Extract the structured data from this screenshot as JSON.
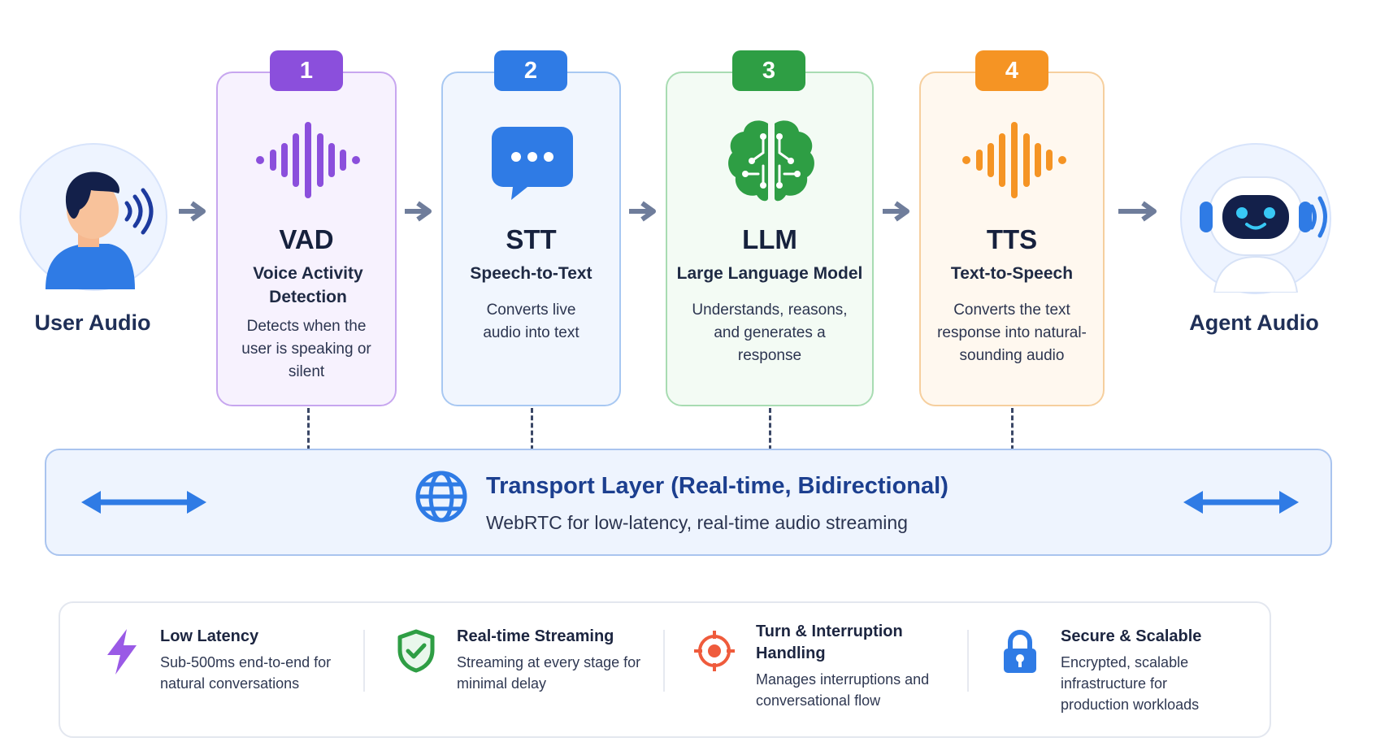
{
  "endpoints": {
    "user": {
      "label": "User Audio"
    },
    "agent": {
      "label": "Agent Audio"
    }
  },
  "stages": [
    {
      "number": "1",
      "title": "VAD",
      "subtitle": "Voice Activity Detection",
      "description": "Detects when the user is speaking or silent",
      "color": "#8b4fdc",
      "border": "#c7a6ef",
      "bg": "#f7f2fe"
    },
    {
      "number": "2",
      "title": "STT",
      "subtitle": "Speech-to-Text",
      "description": "Converts live audio into text",
      "color": "#2f7be5",
      "border": "#a8c8f2",
      "bg": "#f1f6fe"
    },
    {
      "number": "3",
      "title": "LLM",
      "subtitle": "Large Language Model",
      "description": "Understands, reasons, and generates a response",
      "color": "#2e9e44",
      "border": "#a8dcb2",
      "bg": "#f3fbf4"
    },
    {
      "number": "4",
      "title": "TTS",
      "subtitle": "Text-to-Speech",
      "description": "Converts the text response into natural-sounding audio",
      "color": "#f59424",
      "border": "#f6cf9e",
      "bg": "#fff8ef"
    }
  ],
  "transport": {
    "title": "Transport Layer (Real-time, Bidirectional)",
    "subtitle": "WebRTC for low-latency, real-time audio streaming"
  },
  "features": [
    {
      "title": "Low Latency",
      "description": "Sub-500ms end-to-end for natural conversations",
      "icon": "lightning-icon"
    },
    {
      "title": "Real-time Streaming",
      "description": "Streaming at every stage for minimal delay",
      "icon": "shield-check-icon"
    },
    {
      "title": "Turn & Interruption Handling",
      "description": "Manages interruptions and conversational flow",
      "icon": "target-icon"
    },
    {
      "title": "Secure & Scalable",
      "description": "Encrypted, scalable infrastructure for production workloads",
      "icon": "lock-icon"
    }
  ]
}
